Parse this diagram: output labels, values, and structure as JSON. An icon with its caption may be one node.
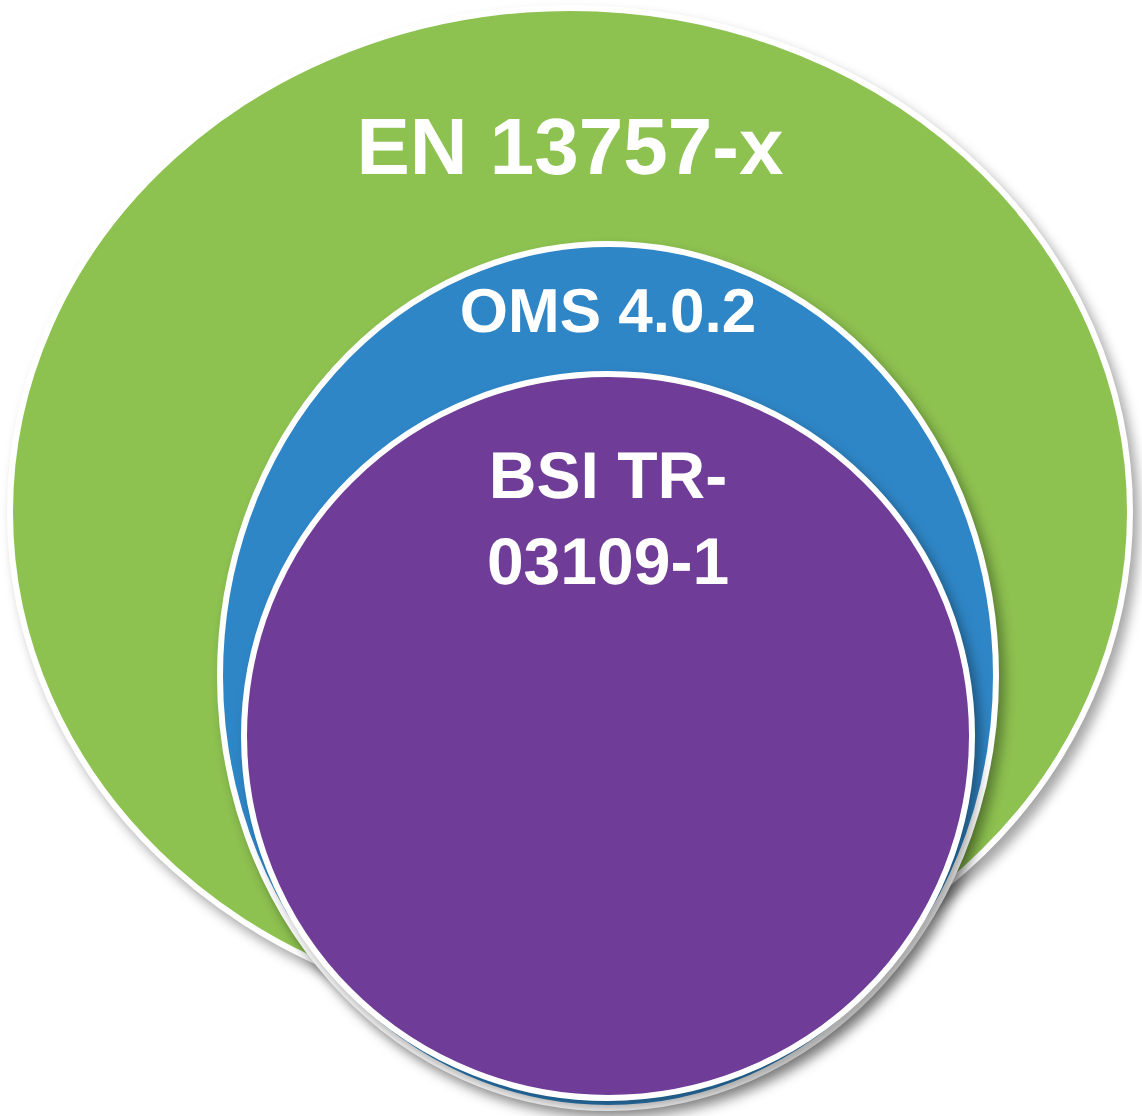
{
  "diagram": {
    "nodes": [
      {
        "text": [
          "EN 13757-x"
        ]
      },
      {
        "text": [
          "OMS 4.0.2"
        ],
        "in": 0
      },
      {
        "text": [
          "BSI TR-03109-1"
        ],
        "in": 1
      }
    ]
  }
}
